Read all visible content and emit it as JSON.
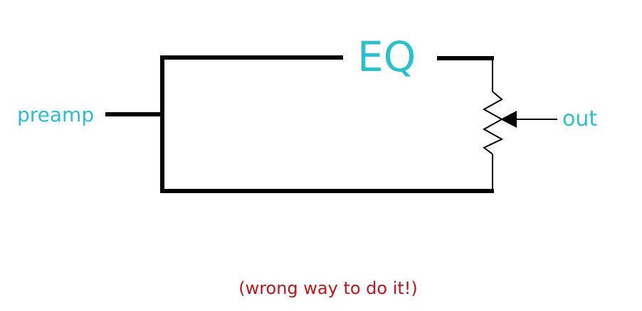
{
  "labels": {
    "input": "preamp",
    "block": "EQ",
    "output": "out"
  },
  "caption": "(wrong way to do it!)",
  "colors": {
    "label": "#29c0cf",
    "caption": "#c0141a",
    "wire": "#000000"
  },
  "icons": {
    "resistor": "potentiometer-zigzag",
    "wiper": "arrow-left-filled"
  }
}
